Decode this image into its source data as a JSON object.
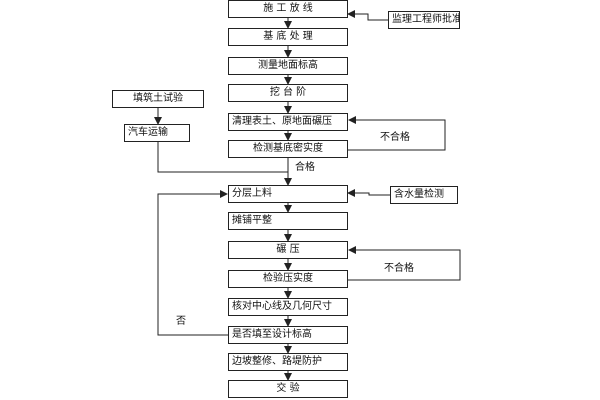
{
  "flowchart": {
    "steps": [
      "施 工 放 线",
      "基 底 处 理",
      "测量地面标高",
      "挖   台   阶",
      "清理表土、原地面碾压",
      "检测基底密实度",
      "分层上料",
      "摊铺平整",
      "碾        压",
      "检验压实度",
      "核对中心线及几何尺寸",
      "是否填至设计标高",
      "边坡整修、路堤防护",
      "交    验"
    ],
    "side_boxes": {
      "supervisor": "监理工程师批准",
      "fill_test": "填筑土试验",
      "truck": "汽车运输",
      "moisture": "含水量检测"
    },
    "labels": {
      "fail_1": "不合格",
      "pass": "合格",
      "fail_2": "不合格",
      "no": "否"
    }
  }
}
